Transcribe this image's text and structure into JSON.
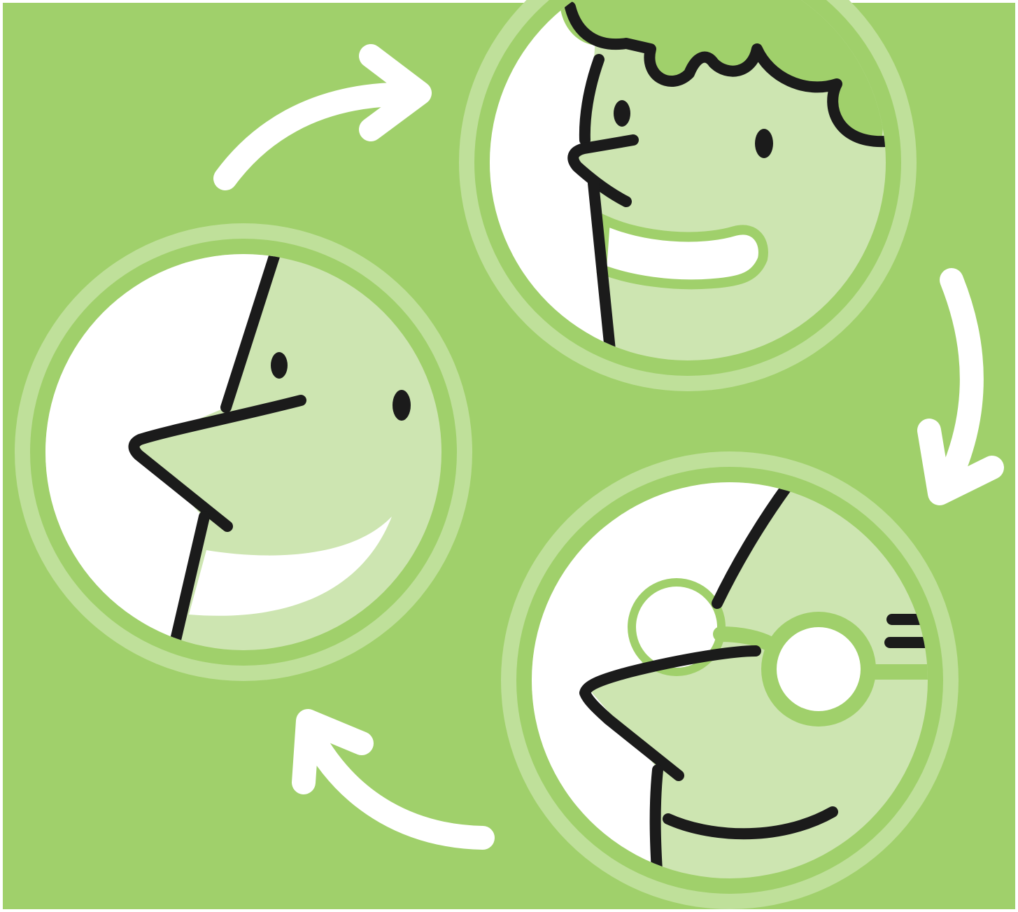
{
  "illustration": {
    "faces": [
      {
        "name": "face-left",
        "hair": "none",
        "glasses": false
      },
      {
        "name": "face-top-right",
        "hair": "curly",
        "glasses": false
      },
      {
        "name": "face-bottom-right",
        "hair": "none",
        "glasses": true
      }
    ],
    "arrows": [
      {
        "name": "arrow-top",
        "direction": "clockwise"
      },
      {
        "name": "arrow-right",
        "direction": "clockwise"
      },
      {
        "name": "arrow-bottom",
        "direction": "clockwise"
      }
    ],
    "colors": {
      "background": "#a0d06b",
      "border": "#ffffff",
      "ring_outer": "#bfe09a",
      "ring_inner": "#a0d06b",
      "face_light": "#cde5b1",
      "face_white": "#ffffff",
      "line": "#1b1b1b",
      "arrow": "#ffffff"
    }
  }
}
